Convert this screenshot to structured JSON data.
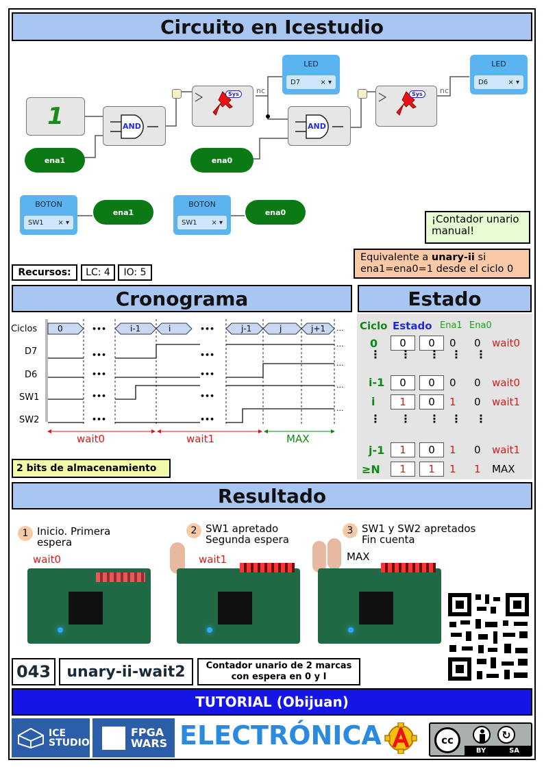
{
  "sections": {
    "circuit_title": "Circuito en Icestudio",
    "crono_title": "Cronograma",
    "estado_title": "Estado",
    "resultado_title": "Resultado"
  },
  "circuit": {
    "const_value": "1",
    "and_label": "AND",
    "sys_label": "Sys",
    "nc_label": "nc",
    "led1": {
      "title": "LED",
      "value": "D7",
      "controls": "× ▾"
    },
    "led2": {
      "title": "LED",
      "value": "D6",
      "controls": "× ▾"
    },
    "ena1": "ena1",
    "ena0": "ena0",
    "boton1": {
      "title": "BOTON",
      "value": "SW1",
      "controls": "× ▾",
      "label": "ena1"
    },
    "boton2": {
      "title": "BOTON",
      "value": "SW1",
      "controls": "× ▾",
      "label": "ena0"
    }
  },
  "notes": {
    "contador": "¡Contador unario manual!",
    "equiv_prefix": "Equivalente a ",
    "equiv_bold": "unary-ii",
    "equiv_suffix": " si",
    "equiv_line2": "ena1=ena0=1 desde el ciclo 0",
    "bits": "2 bits de almacenamiento"
  },
  "resources": {
    "label": "Recursos:",
    "lc": "LC: 4",
    "io": "IO: 5"
  },
  "chronogram": {
    "rows": [
      "Ciclos",
      "D7",
      "D6",
      "SW1",
      "SW2"
    ],
    "cycles": [
      "0",
      "i-1",
      "i",
      "j-1",
      "j",
      "j+1"
    ],
    "ellipsis": "•••",
    "trail": "...",
    "phases": [
      "wait0",
      "wait1",
      "MAX"
    ]
  },
  "state_table": {
    "headers": {
      "ciclo": "Ciclo",
      "estado": "Estado",
      "ena1": "Ena1",
      "ena0": "Ena0"
    },
    "rows": [
      {
        "ciclo": "0",
        "b1": "0",
        "b0": "0",
        "e1": "0",
        "e0": "0",
        "state": "wait0"
      },
      {
        "ciclo": "i-1",
        "b1": "0",
        "b0": "0",
        "e1": "0",
        "e0": "0",
        "state": "wait0"
      },
      {
        "ciclo": "i",
        "b1": "1",
        "b0": "0",
        "e1": "1",
        "e0": "0",
        "state": "wait1"
      },
      {
        "ciclo": "j-1",
        "b1": "1",
        "b0": "0",
        "e1": "1",
        "e0": "0",
        "state": "wait1"
      },
      {
        "ciclo": "≥N",
        "b1": "1",
        "b0": "1",
        "e1": "1",
        "e0": "1",
        "state": "MAX"
      }
    ]
  },
  "results": [
    {
      "num": "1",
      "line1": "Inicio. Primera",
      "line2": "espera",
      "state": "wait0"
    },
    {
      "num": "2",
      "line1": "SW1 apretado",
      "line2": "Segunda espera",
      "state": "wait1"
    },
    {
      "num": "3",
      "line1": "SW1 y SW2 apretados",
      "line2": "Fin cuenta",
      "state": "MAX"
    }
  ],
  "footer": {
    "number": "043",
    "name": "unary-ii-wait2",
    "desc1": "Contador unario de 2 marcas",
    "desc2": "con espera en 0 y  I",
    "tutorial": "TUTORIAL (Obijuan)",
    "ice1": "ICE",
    "ice2": "STUDIO",
    "fpga1": "FPGA",
    "fpga2": "WARS",
    "electronica": "ELECTRÓNICA",
    "cc": "cc",
    "by": "BY",
    "sa": "SA"
  },
  "colors": {
    "header_bg": "#a9c6f2",
    "tutorial_bg": "#1515e6",
    "electronica": "#2a8ae0",
    "red": "#d91a1a",
    "green": "#0b8a12"
  }
}
